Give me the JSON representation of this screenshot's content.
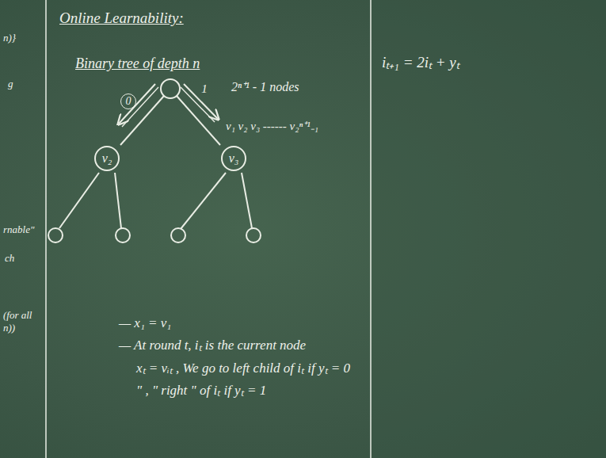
{
  "diagram": {
    "title": "Online Learnability:",
    "nodes": [
      {
        "text": [
          "v₂"
        ]
      },
      {
        "text": [
          "v₃"
        ]
      }
    ],
    "labels": [
      "n)}",
      "g",
      "rnable\"",
      "ch",
      "(for all n))",
      "Binary tree of depth n",
      "0",
      "1",
      "2ⁿ⁺¹ - 1 nodes",
      "v₁ v₂ v₃ ------ v₂ⁿ⁺¹₋₁",
      "— x₁ = v₁",
      "— At round t, iₜ is the current node",
      "xₜ = vᵢₜ , We go to left child of iₜ if yₜ = 0",
      "\" , \" right \" of iₜ if yₜ = 1",
      "iₜ₊₁ = 2iₜ + yₜ"
    ]
  }
}
